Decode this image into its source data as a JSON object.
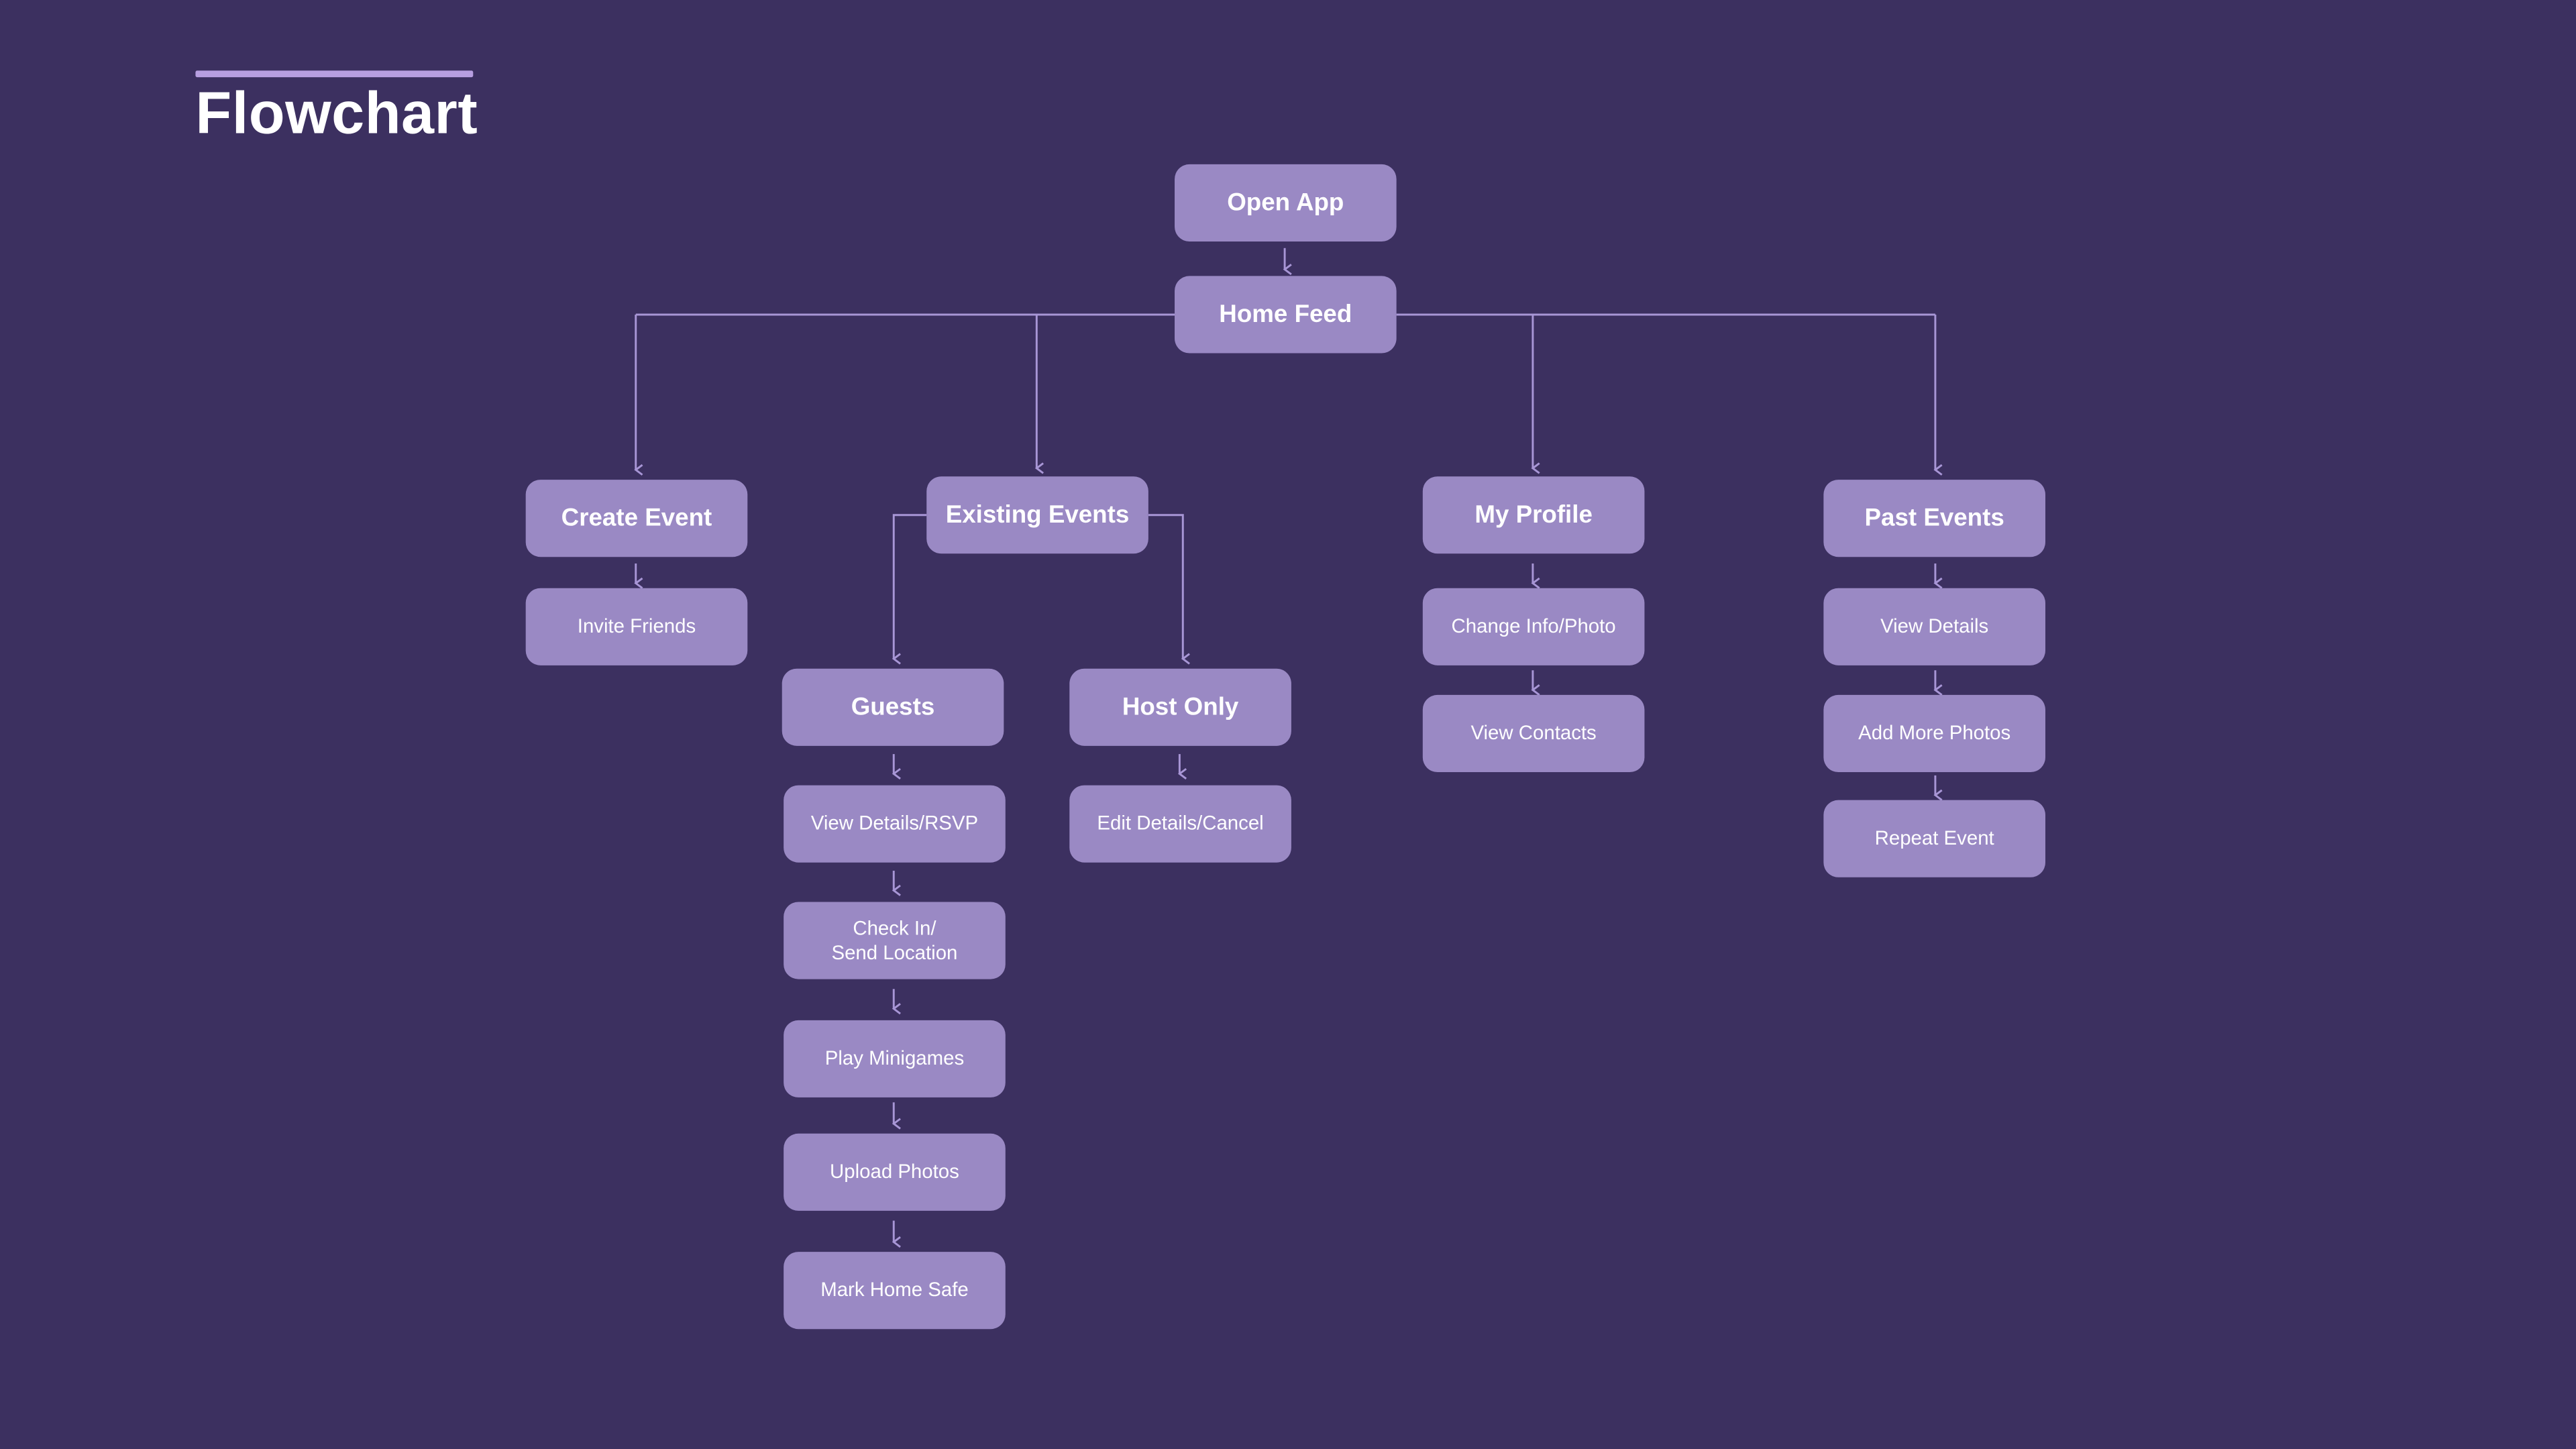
{
  "title": "Flowchart",
  "colors": {
    "background": "#3c3060",
    "node_fill": "#9a89c4",
    "node_text": "#ffffff",
    "connector": "#a896d6",
    "title_accent": "#b79ee0"
  },
  "nodes": {
    "open_app": "Open App",
    "home_feed": "Home Feed",
    "create_event": "Create Event",
    "invite_friends": "Invite Friends",
    "existing_events": "Existing Events",
    "guests": "Guests",
    "view_details_rsvp": "View Details/RSVP",
    "check_in": "Check In/\nSend Location",
    "play_minigames": "Play Minigames",
    "upload_photos": "Upload Photos",
    "mark_home_safe": "Mark Home Safe",
    "host_only": "Host Only",
    "edit_details_cancel": "Edit Details/Cancel",
    "my_profile": "My Profile",
    "change_info_photo": "Change Info/Photo",
    "view_contacts": "View Contacts",
    "past_events": "Past Events",
    "view_details": "View Details",
    "add_more_photos": "Add More Photos",
    "repeat_event": "Repeat Event"
  },
  "edges": [
    [
      "open_app",
      "home_feed"
    ],
    [
      "home_feed",
      "create_event"
    ],
    [
      "home_feed",
      "existing_events"
    ],
    [
      "home_feed",
      "my_profile"
    ],
    [
      "home_feed",
      "past_events"
    ],
    [
      "create_event",
      "invite_friends"
    ],
    [
      "existing_events",
      "guests"
    ],
    [
      "existing_events",
      "host_only"
    ],
    [
      "guests",
      "view_details_rsvp"
    ],
    [
      "view_details_rsvp",
      "check_in"
    ],
    [
      "check_in",
      "play_minigames"
    ],
    [
      "play_minigames",
      "upload_photos"
    ],
    [
      "upload_photos",
      "mark_home_safe"
    ],
    [
      "host_only",
      "edit_details_cancel"
    ],
    [
      "my_profile",
      "change_info_photo"
    ],
    [
      "change_info_photo",
      "view_contacts"
    ],
    [
      "past_events",
      "view_details"
    ],
    [
      "view_details",
      "add_more_photos"
    ],
    [
      "add_more_photos",
      "repeat_event"
    ]
  ]
}
